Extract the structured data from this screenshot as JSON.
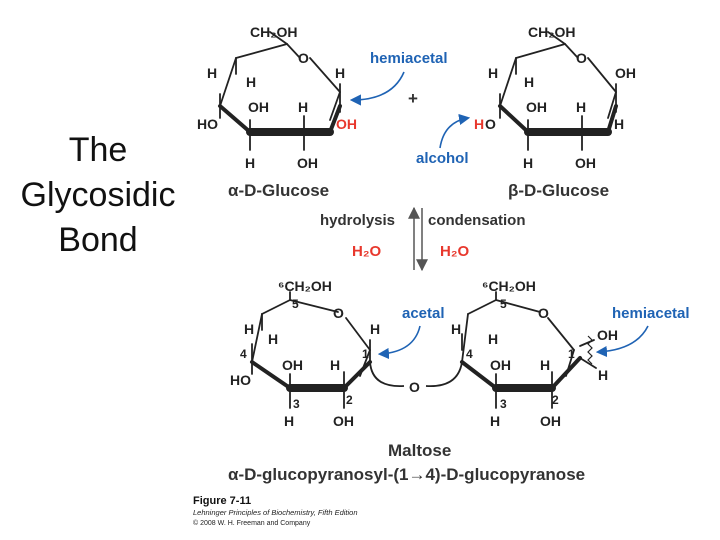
{
  "slide": {
    "title_lines": [
      "The",
      "Glycosidic",
      "Bond"
    ]
  },
  "glyphs": {
    "oxygen": "O",
    "hydrogen": "H",
    "hydroxyl": "OH",
    "hydroxyl_left": "HO",
    "ch2oh": "CH₂OH",
    "ch2oh_numbered": "⁶CH₂OH",
    "water": "H₂O",
    "plus": "+"
  },
  "top": {
    "left_sugar_name": "α-D-Glucose",
    "right_sugar_name": "β-D-Glucose",
    "hemiacetal_label": "hemiacetal",
    "alcohol_label": "alcohol",
    "alcohol_h": "H",
    "alcohol_o": "O"
  },
  "reaction": {
    "hydrolysis": "hydrolysis",
    "condensation": "condensation"
  },
  "bottom": {
    "acetal_label": "acetal",
    "hemiacetal_label": "hemiacetal",
    "product_name": "Maltose",
    "product_systematic_name": "α-D-glucopyranosyl-(1→4)-D-glucopyranose",
    "carbon_numbers": [
      "1",
      "2",
      "3",
      "4",
      "5"
    ]
  },
  "caption": {
    "figure": "Figure 7-11",
    "book": "Lehninger Principles of Biochemistry, Fifth Edition",
    "copyright": "© 2008 W. H. Freeman and Company"
  },
  "colors": {
    "accent_red": "#e8382d",
    "accent_blue": "#1f63b4",
    "ink": "#222222"
  }
}
